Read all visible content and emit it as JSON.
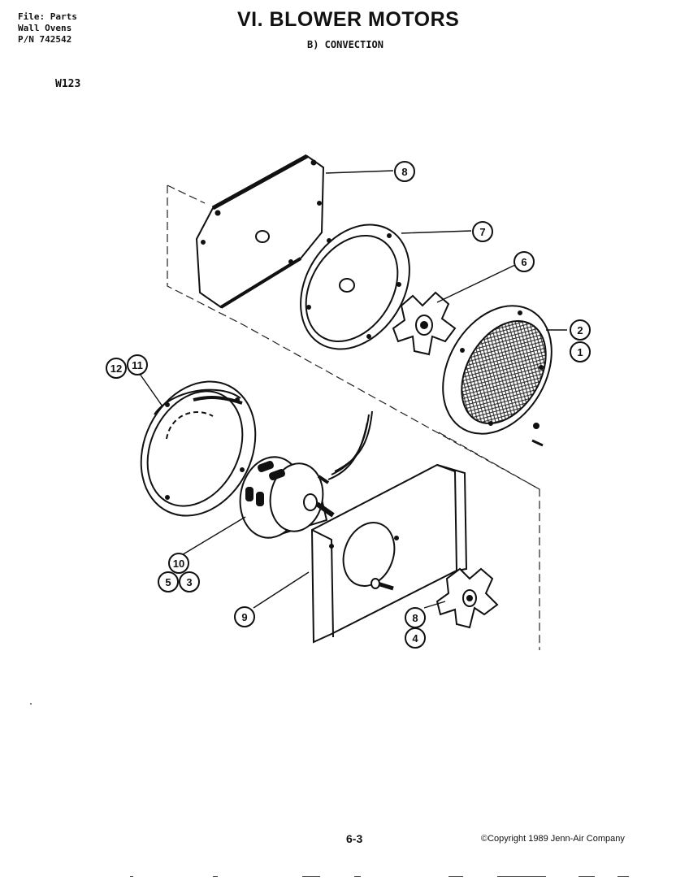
{
  "header": {
    "file_line": "File: Parts",
    "category_line": "Wall Ovens",
    "part_number_line": "P/N 742542",
    "model": "W123",
    "title": "VI. BLOWER MOTORS",
    "subtitle": "B) CONVECTION"
  },
  "callouts": {
    "c8_top": "8",
    "c7": "7",
    "c6": "6",
    "c2": "2",
    "c1": "1",
    "c12": "12",
    "c11": "11",
    "c10": "10",
    "c5": "5",
    "c3": "3",
    "c9": "9",
    "c8_bottom": "8",
    "c4": "4"
  },
  "footer": {
    "page_number": "6-3",
    "copyright": "©Copyright 1989 Jenn-Air Company"
  }
}
